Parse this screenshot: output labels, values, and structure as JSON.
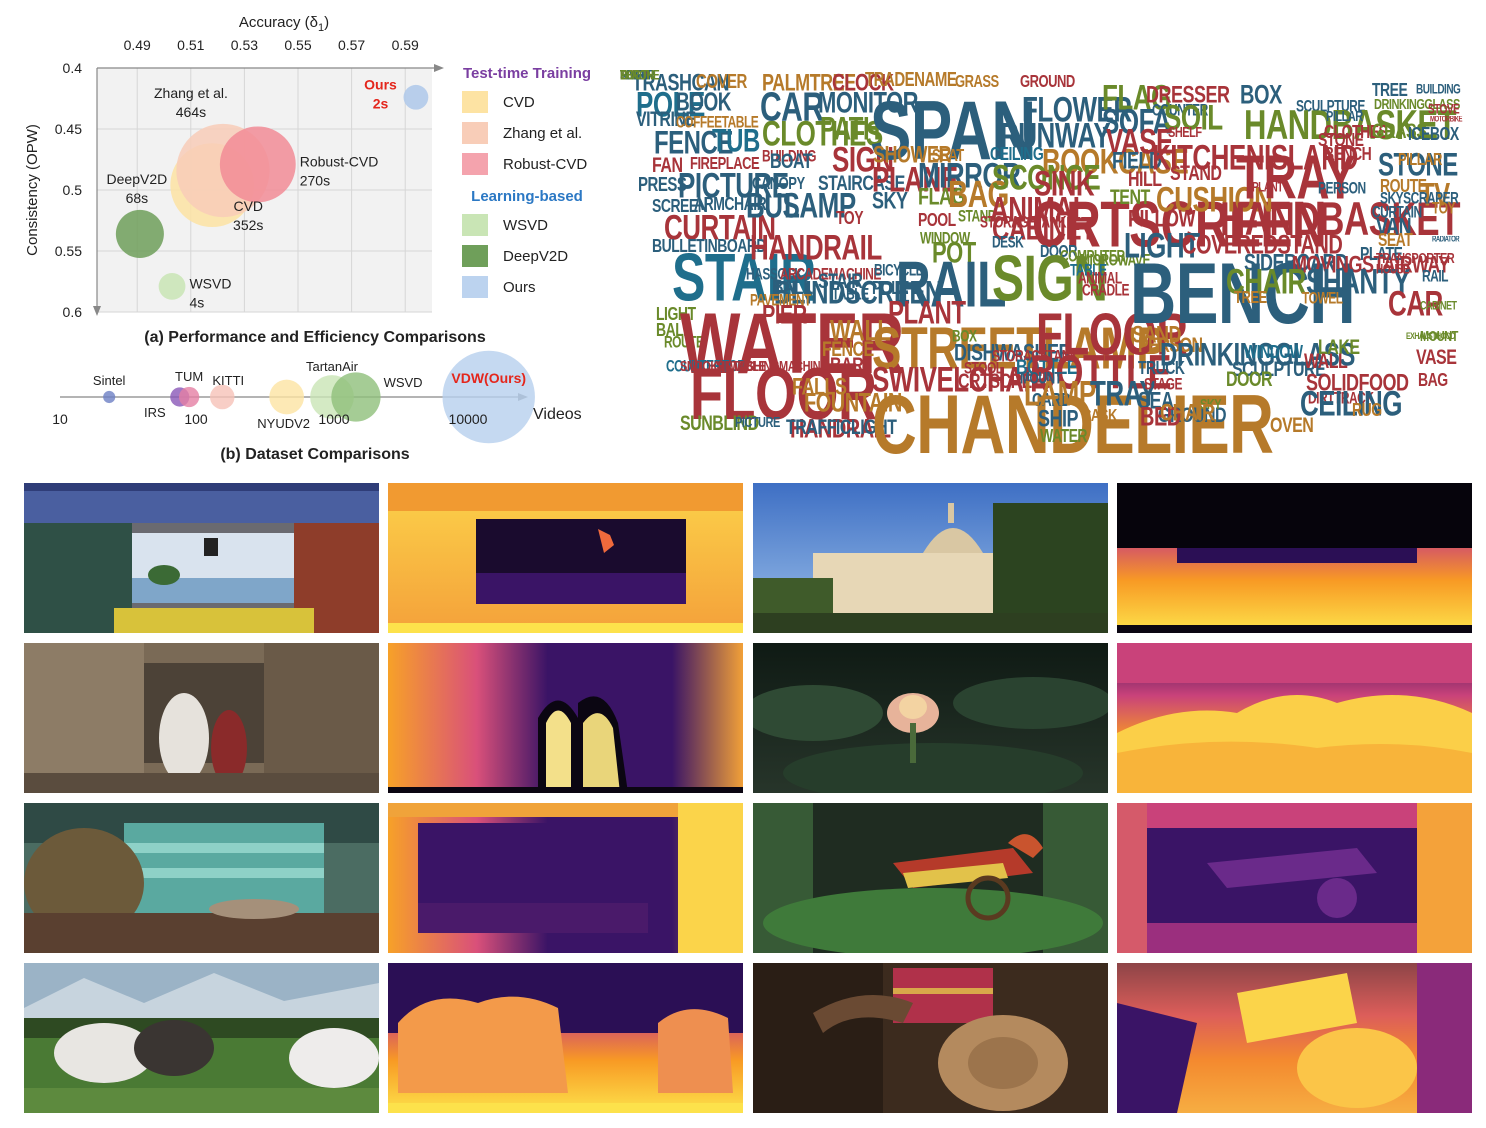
{
  "charts": [
    {
      "id": "performance",
      "type": "scatter",
      "title": "(a) Performance and Efficiency Comparisons",
      "xlabel": "Accuracy (δ",
      "xlabel_sub": "1",
      "xlabel_suffix": ")",
      "ylabel": "Consistency (OPW)",
      "xlim": [
        0.475,
        0.6
      ],
      "ylim": [
        0.4,
        0.6
      ],
      "y_inverted": true,
      "grid": true,
      "xticks": [
        0.49,
        0.51,
        0.53,
        0.55,
        0.57,
        0.59
      ],
      "xtick_labels": [
        "0.49",
        "0.51",
        "0.53",
        "0.55",
        "0.57",
        "0.59"
      ],
      "yticks": [
        0.4,
        0.45,
        0.5,
        0.55,
        0.6
      ],
      "ytick_labels": [
        "0.4",
        "0.45",
        "0.5",
        "0.55",
        "0.6"
      ],
      "points": [
        {
          "name": "CVD",
          "x": 0.518,
          "y": 0.496,
          "size": 352,
          "time_label": "352s",
          "color": "#fde3a3",
          "label_pos": "below-right"
        },
        {
          "name": "Zhang et al.",
          "x": 0.522,
          "y": 0.484,
          "size": 464,
          "time_label": "464s",
          "color": "#f8cdb8",
          "label_pos": "above-left"
        },
        {
          "name": "Robust-CVD",
          "x": 0.535,
          "y": 0.479,
          "size": 270,
          "time_label": "270s",
          "color": "#f28c97",
          "label_pos": "right"
        },
        {
          "name": "WSVD",
          "x": 0.503,
          "y": 0.579,
          "size": 4,
          "time_label": "4s",
          "color": "#c9e5b5",
          "label_pos": "right"
        },
        {
          "name": "DeepV2D",
          "x": 0.491,
          "y": 0.536,
          "size": 68,
          "time_label": "68s",
          "color": "#6f9f5a",
          "label_pos": "above"
        },
        {
          "name": "Ours",
          "x": 0.594,
          "y": 0.424,
          "size": 2,
          "time_label": "2s",
          "color": "#aec8ea",
          "label_pos": "left"
        }
      ],
      "legend": {
        "position": "right",
        "groups": [
          {
            "title": "Test-time Training",
            "color": "#7a3ea1",
            "items": [
              {
                "label": "CVD",
                "color": "#fde3a3"
              },
              {
                "label": "Zhang et al.",
                "color": "#f8cdb8"
              },
              {
                "label": "Robust-CVD",
                "color": "#f4a3ad"
              }
            ]
          },
          {
            "title": "Learning-based",
            "color": "#2b78c4",
            "items": [
              {
                "label": "WSVD",
                "color": "#c9e5b5"
              },
              {
                "label": "DeepV2D",
                "color": "#6f9f5a"
              },
              {
                "label": "Ours",
                "color": "#bcd3ef"
              }
            ]
          }
        ]
      }
    },
    {
      "id": "datasets",
      "type": "scatter",
      "title": "(b) Dataset Comparisons",
      "xlabel": "Videos",
      "x_scale": "log",
      "xticks": [
        10,
        100,
        1000,
        10000
      ],
      "xtick_labels": [
        "10",
        "100",
        "1000",
        "10000"
      ],
      "points": [
        {
          "name": "Sintel",
          "x": 23,
          "color": "#6d7fc4",
          "label_pos": "above"
        },
        {
          "name": "IRS",
          "x": 76,
          "color": "#8a57b8",
          "label_pos": "below-left"
        },
        {
          "name": "TUM",
          "x": 89,
          "color": "#e57fa4",
          "label_pos": "above"
        },
        {
          "name": "KITTI",
          "x": 156,
          "color": "#f6c2b8",
          "label_pos": "above-right"
        },
        {
          "name": "NYUDV2",
          "x": 464,
          "color": "#fde3a3",
          "label_pos": "below"
        },
        {
          "name": "TartanAir",
          "x": 1000,
          "color": "#c9e5b5",
          "label_pos": "above"
        },
        {
          "name": "WSVD",
          "x": 1500,
          "color": "#8fbf7a",
          "label_pos": "right"
        },
        {
          "name": "VDW(Ours)",
          "x": 14203,
          "color": "#b6cfee",
          "label_pos": "center",
          "highlight": true
        }
      ]
    }
  ],
  "wordcloud": {
    "words": [
      {
        "t": "TRASHCAN",
        "c": "#2c5f7c"
      },
      {
        "t": "COVER",
        "c": "#b67a2a"
      },
      {
        "t": "POLE",
        "c": "#1f6e8c"
      },
      {
        "t": "BOOK",
        "c": "#2c5f7c"
      },
      {
        "t": "VITRINE",
        "c": "#2c5f7c"
      },
      {
        "t": "COFFEETABLE",
        "c": "#b67a2a"
      },
      {
        "t": "FENCE",
        "c": "#2c5f7c"
      },
      {
        "t": "TUB",
        "c": "#1f6e8c"
      },
      {
        "t": "FAN",
        "c": "#a8343a"
      },
      {
        "t": "FIREPLACE",
        "c": "#a8343a"
      },
      {
        "t": "PRESS",
        "c": "#2c5f7c"
      },
      {
        "t": "PICTURE",
        "c": "#2c5f7c"
      },
      {
        "t": "SCREEN",
        "c": "#2c5f7c"
      },
      {
        "t": "ARMCHAIR",
        "c": "#2c5f7c"
      },
      {
        "t": "CURTAIN",
        "c": "#a8343a"
      },
      {
        "t": "BULLETINBOARD",
        "c": "#2c5f7c"
      },
      {
        "t": "STAIR",
        "c": "#1f6e8c"
      },
      {
        "t": "LIGHT",
        "c": "#6a8a2a"
      },
      {
        "t": "BALL",
        "c": "#6a8a2a"
      },
      {
        "t": "ROUTE",
        "c": "#6a8a2a"
      },
      {
        "t": "WATER",
        "c": "#a8343a"
      },
      {
        "t": "COUNTERTOP",
        "c": "#1f6e8c"
      },
      {
        "t": "FLOOR",
        "c": "#a8343a"
      },
      {
        "t": "SNOOKERTABLE",
        "c": "#a8343a"
      },
      {
        "t": "WASHINGMACHINE",
        "c": "#a8343a"
      },
      {
        "t": "SUNBLIND",
        "c": "#6a8a2a"
      },
      {
        "t": "PICTURE",
        "c": "#2c5f7c"
      },
      {
        "t": "PALMTREE",
        "c": "#b67a2a"
      },
      {
        "t": "CLOCK",
        "c": "#a8343a"
      },
      {
        "t": "CAR",
        "c": "#2c5f7c"
      },
      {
        "t": "MONITOR",
        "c": "#2c5f7c"
      },
      {
        "t": "CLOTHES",
        "c": "#6a8a2a"
      },
      {
        "t": "PATH",
        "c": "#6a8a2a"
      },
      {
        "t": "SIGN",
        "c": "#a8343a"
      },
      {
        "t": "BUILDING",
        "c": "#a8343a"
      },
      {
        "t": "BOAT",
        "c": "#2c5f7c"
      },
      {
        "t": "CANOPY",
        "c": "#2c5f7c"
      },
      {
        "t": "STAIRCASE",
        "c": "#2c5f7c"
      },
      {
        "t": "BUS",
        "c": "#2c5f7c"
      },
      {
        "t": "LAMP",
        "c": "#2c5f7c"
      },
      {
        "t": "TOY",
        "c": "#a8343a"
      },
      {
        "t": "HANDRAIL",
        "c": "#a8343a"
      },
      {
        "t": "HASSOCK",
        "c": "#2c5f7c"
      },
      {
        "t": "ARCADEMACHINE",
        "c": "#a8343a"
      },
      {
        "t": "BALL",
        "c": "#2c5f7c"
      },
      {
        "t": "STAIR",
        "c": "#2c5f7c"
      },
      {
        "t": "TABLE",
        "c": "#2c5f7c"
      },
      {
        "t": "BLINDSCREEN",
        "c": "#2c5f7c"
      },
      {
        "t": "PAVEMENT",
        "c": "#b67a2a"
      },
      {
        "t": "PIER",
        "c": "#a8343a"
      },
      {
        "t": "WALL",
        "c": "#b67a2a"
      },
      {
        "t": "FENCE",
        "c": "#b67a2a"
      },
      {
        "t": "BAR",
        "c": "#a8343a"
      },
      {
        "t": "FALLS",
        "c": "#b67a2a"
      },
      {
        "t": "FOUNTAIN",
        "c": "#b67a2a"
      },
      {
        "t": "HANDRAIL",
        "c": "#a8343a"
      },
      {
        "t": "TRAFFICLIGHT",
        "c": "#2c5f7c"
      },
      {
        "t": "TRADENAME",
        "c": "#b67a2a"
      },
      {
        "t": "GRASS",
        "c": "#b67a2a"
      },
      {
        "t": "GROUND",
        "c": "#a8343a"
      },
      {
        "t": "SPAN",
        "c": "#2c5f7c"
      },
      {
        "t": "FLOWER",
        "c": "#2c5f7c"
      },
      {
        "t": "RUNWAY",
        "c": "#2c5f7c"
      },
      {
        "t": "SHOWER",
        "c": "#b67a2a"
      },
      {
        "t": "SEAT",
        "c": "#b67a2a"
      },
      {
        "t": "PLANE",
        "c": "#a8343a"
      },
      {
        "t": "MIRROR",
        "c": "#2c5f7c"
      },
      {
        "t": "SKY",
        "c": "#2c5f7c"
      },
      {
        "t": "FLAG",
        "c": "#6a8a2a"
      },
      {
        "t": "BAG",
        "c": "#b67a2a"
      },
      {
        "t": "POOL",
        "c": "#a8343a"
      },
      {
        "t": "STAND",
        "c": "#6a8a2a"
      },
      {
        "t": "WINDOW",
        "c": "#6a8a2a"
      },
      {
        "t": "POT",
        "c": "#6a8a2a"
      },
      {
        "t": "BICYCLE",
        "c": "#2c5f7c"
      },
      {
        "t": "POLE",
        "c": "#2c5f7c"
      },
      {
        "t": "RAIL",
        "c": "#2c5f7c"
      },
      {
        "t": "PLANT",
        "c": "#a8343a"
      },
      {
        "t": "STREETLAMP",
        "c": "#b67a2a"
      },
      {
        "t": "BOX",
        "c": "#6a8a2a"
      },
      {
        "t": "DISHWASHER",
        "c": "#2c5f7c"
      },
      {
        "t": "STOOL",
        "c": "#a8343a"
      },
      {
        "t": "SWIVELCHAIR",
        "c": "#a8343a"
      },
      {
        "t": "CRTSCREEN",
        "c": "#a8343a"
      },
      {
        "t": "CHANDELIER",
        "c": "#b67a2a"
      },
      {
        "t": "CEILING",
        "c": "#1f6e8c"
      },
      {
        "t": "BOOKCASE",
        "c": "#b67a2a"
      },
      {
        "t": "SCONCE",
        "c": "#6a8a2a"
      },
      {
        "t": "SINK",
        "c": "#a8343a"
      },
      {
        "t": "ANIMAL",
        "c": "#a8343a"
      },
      {
        "t": "STORAGETANK",
        "c": "#a8343a"
      },
      {
        "t": "CABINET",
        "c": "#a8343a"
      },
      {
        "t": "CRTSCREEN",
        "c": "#a8343a"
      },
      {
        "t": "DESK",
        "c": "#2c5f7c"
      },
      {
        "t": "DOOR",
        "c": "#2c5f7c"
      },
      {
        "t": "COMPUTER",
        "c": "#6a8a2a"
      },
      {
        "t": "SIGN",
        "c": "#6a8a2a"
      },
      {
        "t": "MICROWAVE",
        "c": "#6a8a2a"
      },
      {
        "t": "TABLE",
        "c": "#1f6e8c"
      },
      {
        "t": "ANIMAL",
        "c": "#a8343a"
      },
      {
        "t": "CRADLE",
        "c": "#a8343a"
      },
      {
        "t": "FLOOR",
        "c": "#a8343a"
      },
      {
        "t": "STORAGETANK",
        "c": "#a8343a"
      },
      {
        "t": "BOTTLE",
        "c": "#1f6e8c"
      },
      {
        "t": "BOTTLE",
        "c": "#a8343a"
      },
      {
        "t": "CARD",
        "c": "#2c5f7c"
      },
      {
        "t": "MOUNT",
        "c": "#2c5f7c"
      },
      {
        "t": "LAMP",
        "c": "#b67a2a"
      },
      {
        "t": "TRAY",
        "c": "#2c5f7c"
      },
      {
        "t": "SHIP",
        "c": "#2c5f7c"
      },
      {
        "t": "CASK",
        "c": "#b67a2a"
      },
      {
        "t": "WATER",
        "c": "#6a8a2a"
      },
      {
        "t": "FLAG",
        "c": "#6a8a2a"
      },
      {
        "t": "DRESSER",
        "c": "#a8343a"
      },
      {
        "t": "SOFA",
        "c": "#2c5f7c"
      },
      {
        "t": "COUNTER",
        "c": "#2c5f7c"
      },
      {
        "t": "SOIL",
        "c": "#6a8a2a"
      },
      {
        "t": "VASE",
        "c": "#a8343a"
      },
      {
        "t": "SHELF",
        "c": "#a8343a"
      },
      {
        "t": "FIELD",
        "c": "#2c5f7c"
      },
      {
        "t": "KITCHENISLAND",
        "c": "#a8343a"
      },
      {
        "t": "HILL",
        "c": "#a8343a"
      },
      {
        "t": "STAND",
        "c": "#a8343a"
      },
      {
        "t": "TENT",
        "c": "#6a8a2a"
      },
      {
        "t": "CUSHION",
        "c": "#b67a2a"
      },
      {
        "t": "PILLOW",
        "c": "#a8343a"
      },
      {
        "t": "LIGHT",
        "c": "#2c5f7c"
      },
      {
        "t": "COVEREDSTAND",
        "c": "#a8343a"
      },
      {
        "t": "BENCH",
        "c": "#2c5f7c"
      },
      {
        "t": "SAND",
        "c": "#b67a2a"
      },
      {
        "t": "PERSON",
        "c": "#b67a2a"
      },
      {
        "t": "TRUCK",
        "c": "#2c5f7c"
      },
      {
        "t": "STAGE",
        "c": "#a8343a"
      },
      {
        "t": "SEA",
        "c": "#2c5f7c"
      },
      {
        "t": "GROUND",
        "c": "#2c5f7c"
      },
      {
        "t": "BED",
        "c": "#a8343a"
      },
      {
        "t": "DRINKINGGLASS",
        "c": "#2c5f7c"
      },
      {
        "t": "WINDOW",
        "c": "#1f6e8c"
      },
      {
        "t": "SCULPTURE",
        "c": "#2c5f7c"
      },
      {
        "t": "DOOR",
        "c": "#6a8a2a"
      },
      {
        "t": "SKY",
        "c": "#6a8a2a"
      },
      {
        "t": "CHAIR",
        "c": "#b67a2a"
      },
      {
        "t": "BOX",
        "c": "#2c5f7c"
      },
      {
        "t": "SCULPTURE",
        "c": "#2c5f7c"
      },
      {
        "t": "HANDBASKET",
        "c": "#6a8a2a"
      },
      {
        "t": "PILLAR",
        "c": "#2c5f7c"
      },
      {
        "t": "CLOTHES",
        "c": "#a8343a"
      },
      {
        "t": "TRAY",
        "c": "#a8343a"
      },
      {
        "t": "STONE",
        "c": "#a8343a"
      },
      {
        "t": "BENCH",
        "c": "#a8343a"
      },
      {
        "t": "PLANT",
        "c": "#a8343a"
      },
      {
        "t": "PERSON",
        "c": "#2c5f7c"
      },
      {
        "t": "HANDBASKET",
        "c": "#a8343a"
      },
      {
        "t": "SIDEBOARD",
        "c": "#2c5f7c"
      },
      {
        "t": "MOVINGSTAIRWAY",
        "c": "#a8343a"
      },
      {
        "t": "CHAIR",
        "c": "#6a8a2a"
      },
      {
        "t": "SHANTY",
        "c": "#2c5f7c"
      },
      {
        "t": "TOWEL",
        "c": "#b67a2a"
      },
      {
        "t": "TREE",
        "c": "#b67a2a"
      },
      {
        "t": "LAKE",
        "c": "#6a8a2a"
      },
      {
        "t": "WALL",
        "c": "#a8343a"
      },
      {
        "t": "SOLIDFOOD",
        "c": "#a8343a"
      },
      {
        "t": "DIRTTRACK",
        "c": "#a8343a"
      },
      {
        "t": "CEILING",
        "c": "#2c5f7c"
      },
      {
        "t": "RUG",
        "c": "#b67a2a"
      },
      {
        "t": "OVEN",
        "c": "#b67a2a"
      },
      {
        "t": "TREE",
        "c": "#2c5f7c"
      },
      {
        "t": "BUILDING",
        "c": "#2c5f7c"
      },
      {
        "t": "DRINKINGGLASS",
        "c": "#6a8a2a"
      },
      {
        "t": "STOVE",
        "c": "#a8343a"
      },
      {
        "t": "MOTORBIKE",
        "c": "#a8343a"
      },
      {
        "t": "GRASS",
        "c": "#6a8a2a"
      },
      {
        "t": "ICEBOX",
        "c": "#2c5f7c"
      },
      {
        "t": "STONE",
        "c": "#2c5f7c"
      },
      {
        "t": "PILLAR",
        "c": "#b67a2a"
      },
      {
        "t": "ROUTE",
        "c": "#b67a2a"
      },
      {
        "t": "TV",
        "c": "#b67a2a"
      },
      {
        "t": "CURTAIN",
        "c": "#2c5f7c"
      },
      {
        "t": "SKYSCRAPER",
        "c": "#2c5f7c"
      },
      {
        "t": "VAN",
        "c": "#2c5f7c"
      },
      {
        "t": "TOY",
        "c": "#b67a2a"
      },
      {
        "t": "SEAT",
        "c": "#b67a2a"
      },
      {
        "t": "RADIATOR",
        "c": "#2c5f7c"
      },
      {
        "t": "PLATE",
        "c": "#2c5f7c"
      },
      {
        "t": "TRANSPORTER",
        "c": "#a8343a"
      },
      {
        "t": "HOUSE",
        "c": "#a8343a"
      },
      {
        "t": "RAIL",
        "c": "#2c5f7c"
      },
      {
        "t": "CAR",
        "c": "#a8343a"
      },
      {
        "t": "CABINET",
        "c": "#6a8a2a"
      },
      {
        "t": "MOUNT",
        "c": "#6a8a2a"
      },
      {
        "t": "EXHAUSTHOOD",
        "c": "#6a8a2a"
      },
      {
        "t": "VASE",
        "c": "#a8343a"
      },
      {
        "t": "BAG",
        "c": "#a8343a"
      },
      {
        "t": "SHELF",
        "c": "#a8343a"
      },
      {
        "t": "TOWER",
        "c": "#2c5f7c"
      },
      {
        "t": "RIVER",
        "c": "#2c5f7c"
      },
      {
        "t": "THRONE",
        "c": "#6a8a2a"
      },
      {
        "t": "BOOTH",
        "c": "#6a8a2a"
      }
    ]
  },
  "gallery": {
    "items": [
      {
        "name": "Parkour through shipping containers",
        "kind": "rgb"
      },
      {
        "name": "Parkour through shipping containers depth",
        "kind": "depth"
      },
      {
        "name": "Cathedral under blue sky",
        "kind": "rgb"
      },
      {
        "name": "Cathedral under blue sky depth",
        "kind": "depth"
      },
      {
        "name": "Woman in headscarf in alley",
        "kind": "rgb"
      },
      {
        "name": "Woman in headscarf in alley depth",
        "kind": "depth"
      },
      {
        "name": "Water lily among leaves",
        "kind": "rgb"
      },
      {
        "name": "Water lily among leaves depth",
        "kind": "depth"
      },
      {
        "name": "Animated room with stacked cushions",
        "kind": "rgb"
      },
      {
        "name": "Animated room with stacked cushions depth",
        "kind": "depth"
      },
      {
        "name": "Animated chariot with dragon head",
        "kind": "rgb"
      },
      {
        "name": "Animated chariot with dragon head depth",
        "kind": "depth"
      },
      {
        "name": "Horses grazing in meadow",
        "kind": "rgb"
      },
      {
        "name": "Horses grazing in meadow depth",
        "kind": "depth"
      },
      {
        "name": "Hand on books and straw hat",
        "kind": "rgb"
      },
      {
        "name": "Hand on books and straw hat depth",
        "kind": "depth"
      }
    ]
  }
}
